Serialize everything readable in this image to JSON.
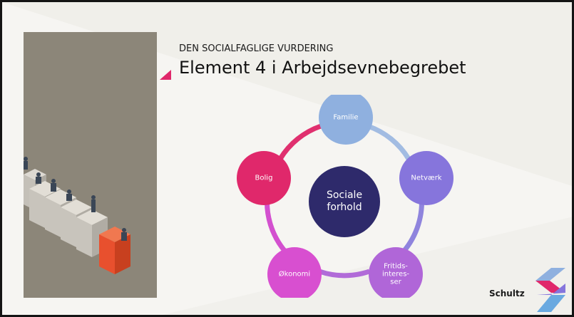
{
  "slide": {
    "subtitle": "DEN SOCIALFAGLIGE VURDERING",
    "title": "Element 4 i Arbejdsevnebegrebet"
  },
  "diagram": {
    "center": {
      "line1": "Sociale",
      "line2": "forhold",
      "color": "#2e2a6b"
    },
    "nodes": [
      {
        "label": "Familie",
        "color": "#8fb0df"
      },
      {
        "label": "Netværk",
        "color": "#8675dc"
      },
      {
        "lines": [
          "Fritids-",
          "interes-",
          "ser"
        ],
        "color": "#b066d8"
      },
      {
        "label": "Økonomi",
        "color": "#d84fd0"
      },
      {
        "label": "Bolig",
        "color": "#e0286b"
      }
    ]
  },
  "logo": {
    "text": "Schultz"
  },
  "colors": {
    "accent": "#e0286b",
    "photo_bg": "#8c8679",
    "cube_orange": "#e8502e"
  }
}
